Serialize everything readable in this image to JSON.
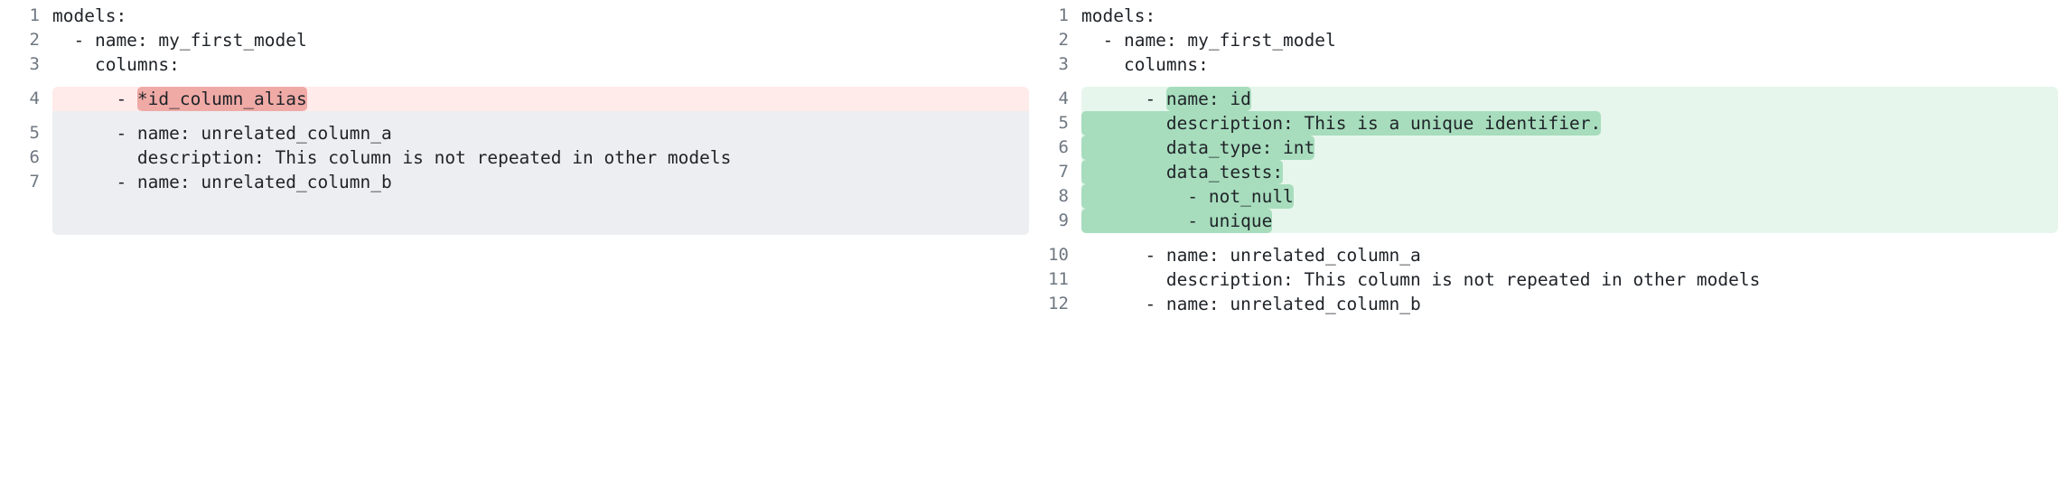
{
  "view": {
    "type": "side-by-side-code-diff",
    "language": "yaml",
    "colors": {
      "page_background": "#ffffff",
      "text": "#1f2328",
      "line_number": "#6e7781",
      "removed_row_background": "#ffebe9",
      "removed_word_highlight": "#f0aaa6",
      "added_row_background": "#e6f6ec",
      "added_word_highlight": "#a7ddbd",
      "placeholder_filler": "#eceef1"
    }
  },
  "left_pane": {
    "name": "before",
    "lines": [
      {
        "number": "1",
        "text": "models:",
        "state": "context"
      },
      {
        "number": "2",
        "text": "  - name: my_first_model",
        "state": "context"
      },
      {
        "number": "3",
        "text": "    columns:",
        "state": "context"
      },
      {
        "number": "4",
        "text": "      - *id_column_alias",
        "state": "removed",
        "prefix": "      - ",
        "highlight": "*id_column_alias"
      },
      {
        "number": "5",
        "text": "      - name: unrelated_column_a",
        "state": "context"
      },
      {
        "number": "6",
        "text": "        description: This column is not repeated in other models",
        "state": "context"
      },
      {
        "number": "7",
        "text": "      - name: unrelated_column_b",
        "state": "context"
      }
    ]
  },
  "right_pane": {
    "name": "after",
    "lines": [
      {
        "number": "1",
        "text": "models:",
        "state": "context"
      },
      {
        "number": "2",
        "text": "  - name: my_first_model",
        "state": "context"
      },
      {
        "number": "3",
        "text": "    columns:",
        "state": "context"
      },
      {
        "number": "4",
        "text": "      - name: id",
        "state": "added",
        "prefix": "      - ",
        "highlight": "name: id"
      },
      {
        "number": "5",
        "text": "        description: This is a unique identifier.",
        "state": "added-full",
        "highlight": "        description: This is a unique identifier."
      },
      {
        "number": "6",
        "text": "        data_type: int",
        "state": "added-full",
        "highlight": "        data_type: int"
      },
      {
        "number": "7",
        "text": "        data_tests:",
        "state": "added-full",
        "highlight": "        data_tests:"
      },
      {
        "number": "8",
        "text": "          - not_null",
        "state": "added-full",
        "highlight": "          - not_null"
      },
      {
        "number": "9",
        "text": "          - unique",
        "state": "added-full",
        "highlight": "          - unique"
      },
      {
        "number": "10",
        "text": "      - name: unrelated_column_a",
        "state": "context"
      },
      {
        "number": "11",
        "text": "        description: This column is not repeated in other models",
        "state": "context"
      },
      {
        "number": "12",
        "text": "      - name: unrelated_column_b",
        "state": "context"
      }
    ]
  }
}
